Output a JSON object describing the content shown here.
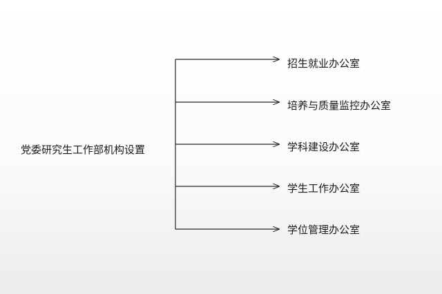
{
  "diagram": {
    "root": "党委研究生工作部机构设置",
    "children": [
      "招生就业办公室",
      "培养与质量监控办公室",
      "学科建设办公室",
      "学生工作办公室",
      "学位管理办公室"
    ]
  }
}
